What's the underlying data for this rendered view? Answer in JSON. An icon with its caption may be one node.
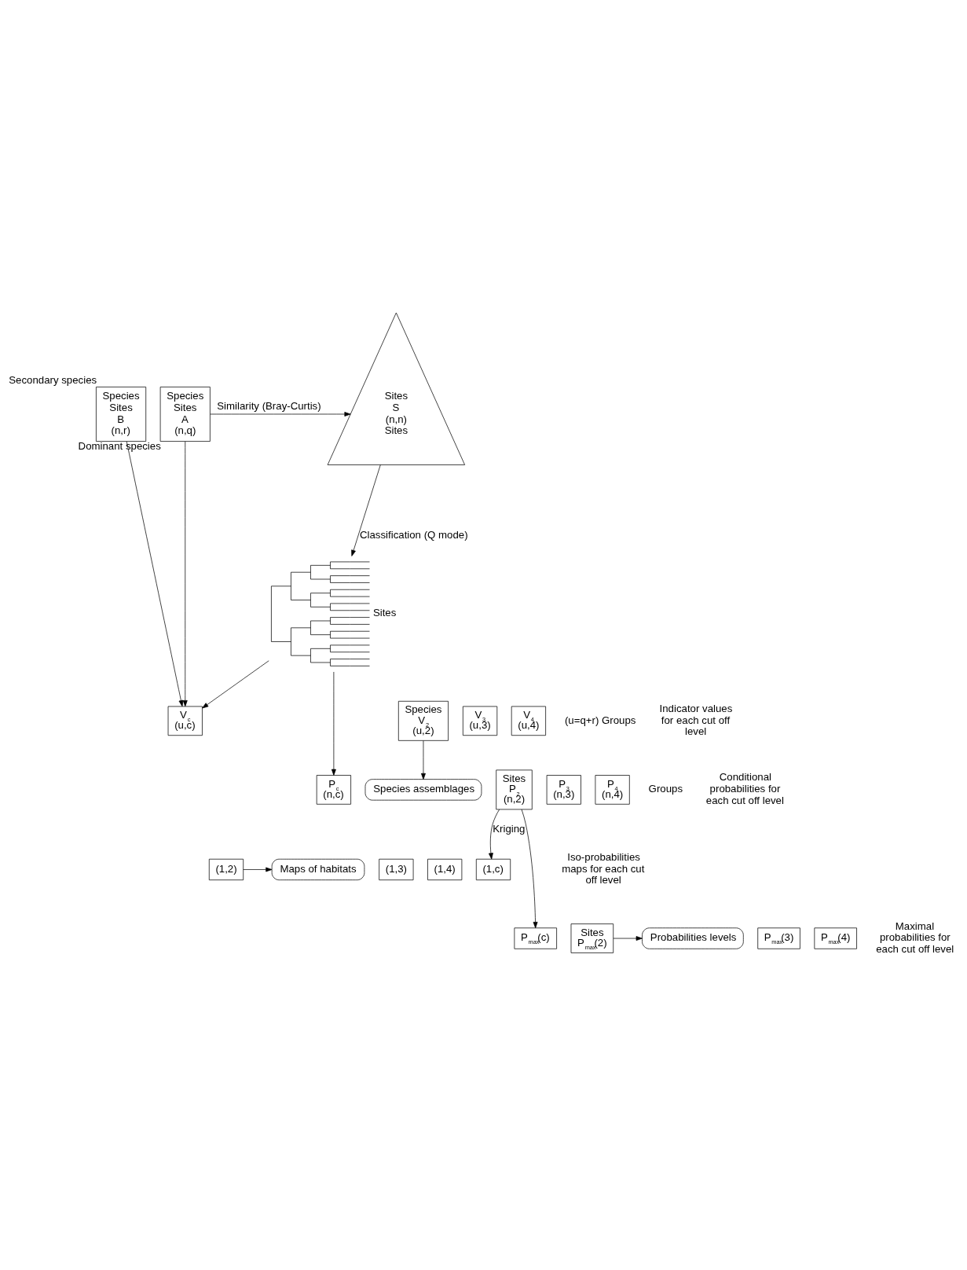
{
  "diagram": {
    "nodes": [
      {
        "text": [
          "Species",
          "Sites",
          "B",
          "(n,r)"
        ],
        "beside": [
          "Secondary species"
        ]
      },
      {
        "text": [
          "Species",
          "Sites",
          "A",
          "(n,q)"
        ],
        "beside": [
          "Dominant species"
        ]
      },
      {
        "text": [
          "Sites",
          "S",
          "(n,n)",
          "Sites"
        ]
      },
      {
        "text": [
          "Sites"
        ]
      },
      {
        "text": [
          "Species assemblages"
        ]
      },
      {
        "text": [
          "Species",
          "V$_{2}$",
          "(u,2)"
        ]
      },
      {
        "text": [
          "V$_{3}$",
          "(u,3)"
        ]
      },
      {
        "text": [
          "V$_{4}$",
          "(u,4)"
        ]
      },
      {
        "text": [
          "V$_{c}$",
          "(u,c)"
        ]
      },
      {
        "text": [
          "Maps of habitats"
        ]
      },
      {
        "text": [
          "(1,2)"
        ]
      },
      {
        "text": [
          "(1,3)"
        ]
      },
      {
        "text": [
          "(1,4)"
        ]
      },
      {
        "text": [
          "(1,c)"
        ]
      },
      {
        "text": [
          "Probabilities levels"
        ]
      },
      {
        "text": [
          "Sites",
          "P$_{2}$",
          "(n,2)"
        ]
      },
      {
        "text": [
          "P$_{3}$",
          "(n,3)"
        ]
      },
      {
        "text": [
          "P$_{4}$",
          "(n,4)"
        ]
      },
      {
        "text": [
          "P$_{c}$",
          "(n,c)"
        ]
      },
      {
        "text": [
          "Sites",
          "P$_{max}$(2)"
        ]
      },
      {
        "text": [
          "P$_{max}$(3)"
        ]
      },
      {
        "text": [
          "P$_{max}$(4)"
        ]
      },
      {
        "text": [
          "P$_{max}$(c)"
        ]
      }
    ],
    "edges": [
      {
        "from": 1,
        "to": 2,
        "arrow": "to",
        "label": "Similarity (Bray-Curtis)"
      },
      {
        "from": 2,
        "to": 3,
        "arrow": "to",
        "label": "Classification (Q mode)"
      },
      {
        "from": 0,
        "to": 8,
        "arrow": "to"
      },
      {
        "from": 1,
        "to": 8,
        "arrow": "to"
      },
      {
        "from": 3,
        "to": 8,
        "arrow": "to"
      },
      {
        "from": 5,
        "to": 4,
        "arrow": "to"
      },
      {
        "from": 3,
        "to": 18,
        "arrow": "to"
      },
      {
        "from": 15,
        "to": 13,
        "arrow": "to",
        "label": "Kriging"
      },
      {
        "from": 10,
        "to": 9,
        "arrow": "to"
      },
      {
        "from": 15,
        "to": 22,
        "arrow": "to"
      },
      {
        "from": 19,
        "to": 14,
        "arrow": "to"
      }
    ],
    "labels": [
      "(u=q+r) Groups",
      "Indicator values for each cut off level",
      "Iso-probabilities maps for each cut off level",
      "Groups",
      "Conditional probabilities for each cut off level",
      "Maximal probabilities for each cut off level"
    ]
  }
}
